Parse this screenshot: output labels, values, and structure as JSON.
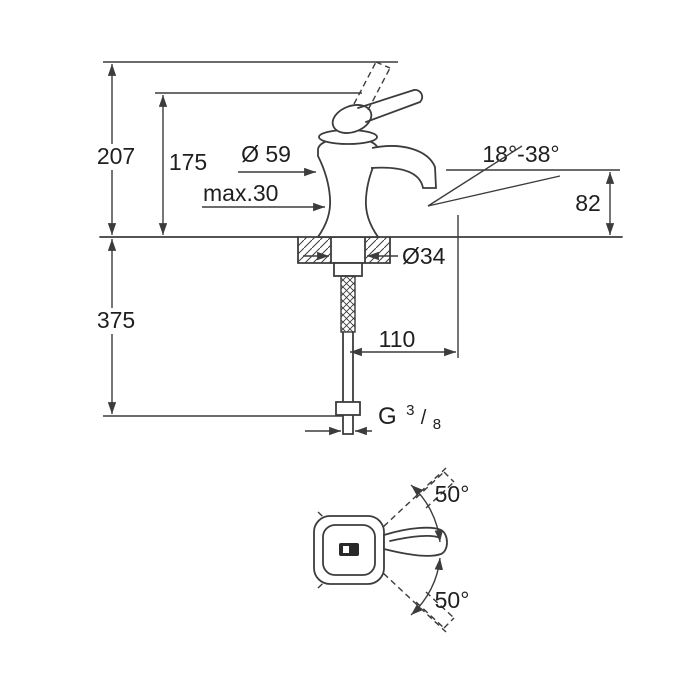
{
  "drawing": {
    "labels": {
      "height_total": "207",
      "height_body": "175",
      "body_diameter": "Ø 59",
      "max_thickness": "max.30",
      "spout_angle_range": "18°-38°",
      "spout_height": "82",
      "hole_diameter": "Ø34",
      "depth_below": "375",
      "spout_projection": "110",
      "thread_prefix": "G",
      "thread_numerator": "3",
      "thread_slash": "/",
      "thread_denominator": "8",
      "swing_upper": "50°",
      "swing_lower": "50°"
    },
    "colors": {
      "line": "#3c3c3c",
      "text": "#1f1f1f",
      "background": "#ffffff"
    }
  }
}
